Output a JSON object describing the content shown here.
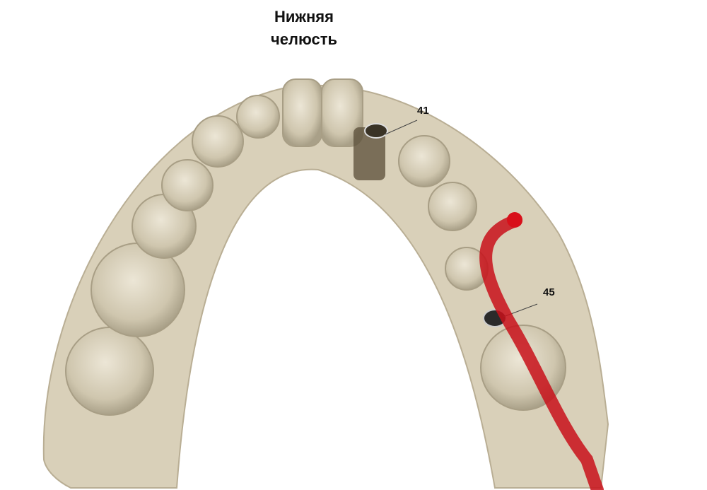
{
  "title": {
    "line1": "Нижняя",
    "line2": "челюсть"
  },
  "labels": {
    "implant_41": "41",
    "implant_45": "45"
  },
  "colors": {
    "model": "#d9d0b9",
    "nerve": "#c8101a",
    "implant": "#3a3326"
  }
}
